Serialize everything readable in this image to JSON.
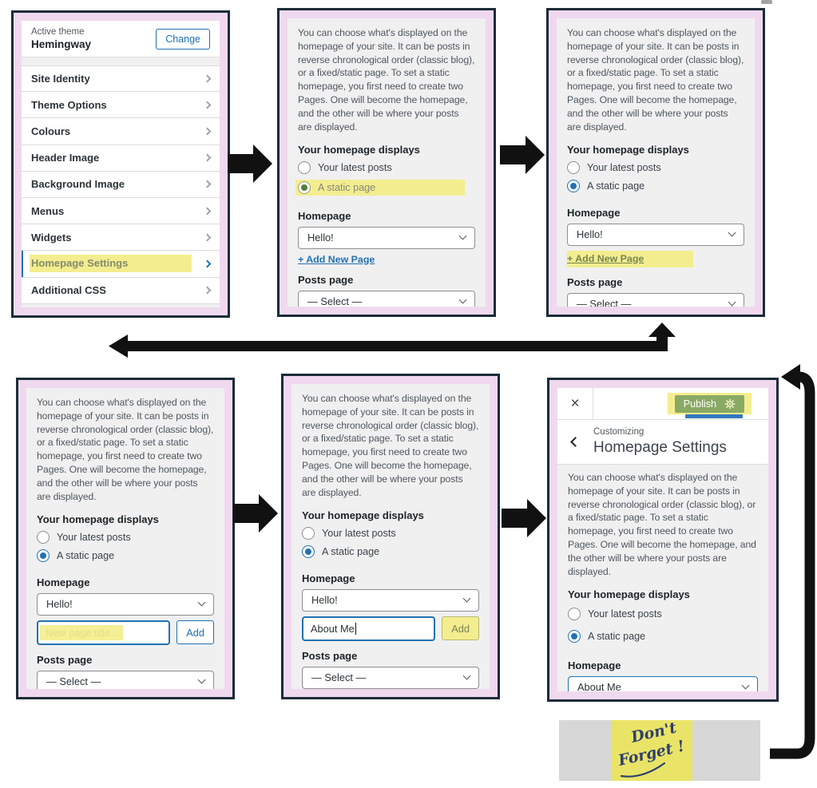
{
  "colors": {
    "link_blue": "#2271b1",
    "highlight_yellow": "#f4ed8f",
    "frame_pink": "#f0d9ef",
    "frame_border": "#1c2b39",
    "card_gray": "#f0f0f1",
    "row_border": "#dcdcde",
    "arrow_black": "#111111",
    "publish_green": "#8aa964",
    "publish_blue": "#3478c0",
    "sticky_gray": "#d7d7d7",
    "sticky_yellow": "#e9e468",
    "ink_navy": "#2e3f6e"
  },
  "panel1": {
    "active_theme_label": "Active theme",
    "theme_name": "Hemingway",
    "change_button": "Change",
    "menu_items": [
      {
        "label": "Site Identity"
      },
      {
        "label": "Theme Options"
      },
      {
        "label": "Colours"
      },
      {
        "label": "Header Image"
      },
      {
        "label": "Background Image"
      },
      {
        "label": "Menus"
      },
      {
        "label": "Widgets"
      },
      {
        "label": "Homepage Settings",
        "highlighted": true
      },
      {
        "label": "Additional CSS"
      }
    ]
  },
  "customizer": {
    "description": "You can choose what's displayed on the homepage of your site. It can be posts in reverse chronological order (classic blog), or a fixed/static page. To set a static homepage, you first need to create two Pages. One will become the homepage, and the other will be where your posts are displayed.",
    "homepage_displays_label": "Your homepage displays",
    "radio_latest_posts": "Your latest posts",
    "radio_static_page": "A static page",
    "homepage_label": "Homepage",
    "homepage_value": "Hello!",
    "homepage_value_final": "About Me",
    "add_new_page_link": "+ Add New Page",
    "posts_page_label": "Posts page",
    "posts_page_value": "— Select —",
    "new_page_placeholder": "New page title...",
    "new_page_value": "About Me",
    "add_button_label": "Add"
  },
  "panel6": {
    "close_icon": "×",
    "publish_button": "Publish",
    "customizing_label": "Customizing",
    "section_title": "Homepage Settings"
  },
  "sticky_note": {
    "line1": "Don't",
    "line2": "Forget !"
  },
  "icons": {
    "close": "×",
    "gear": "gear",
    "chevron_right": "chevron-right",
    "chevron_left": "chevron-left",
    "dropdown_caret": "chevron-down",
    "radio": "radio-circle"
  }
}
